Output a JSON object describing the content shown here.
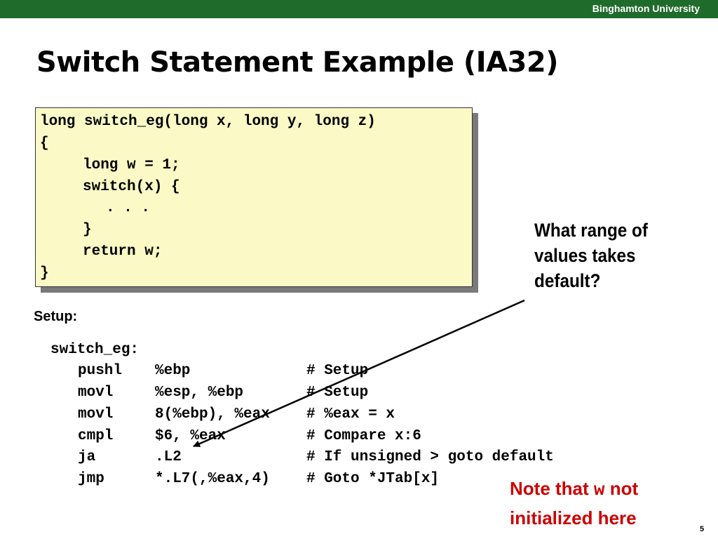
{
  "header": {
    "university": "Binghamton University"
  },
  "slide": {
    "title": "Switch Statement Example (IA32)",
    "page_number": "5"
  },
  "c_code": {
    "lines": [
      "long switch_eg(long x, long y, long z)",
      "{",
      "long w = 1;",
      "switch(x) {",
      ". . .",
      "}",
      "return w;",
      "}"
    ]
  },
  "setup": {
    "label": "Setup:",
    "label_line": "switch_eg:",
    "rows": [
      {
        "op": "pushl",
        "args": "%ebp",
        "comment": "# Setup"
      },
      {
        "op": "movl",
        "args": "%esp, %ebp",
        "comment": "# Setup"
      },
      {
        "op": "movl",
        "args": "8(%ebp), %eax",
        "comment": "# %eax = x"
      },
      {
        "op": "cmpl",
        "args": "$6, %eax",
        "comment": "# Compare x:6"
      },
      {
        "op": "ja",
        "args": ".L2",
        "comment": "# If unsigned > goto default"
      },
      {
        "op": "jmp",
        "args": "*.L7(,%eax,4)",
        "comment": "# Goto *JTab[x]"
      }
    ]
  },
  "callouts": {
    "question_lines": [
      "What range of",
      "values takes",
      "default?"
    ],
    "note_before": "Note that ",
    "note_var": "w",
    "note_after": " not",
    "note_line2": "initialized here"
  },
  "colors": {
    "header_bar": "#1f6b2b",
    "code_bg": "#fbf9c6",
    "note": "#cc0000"
  }
}
